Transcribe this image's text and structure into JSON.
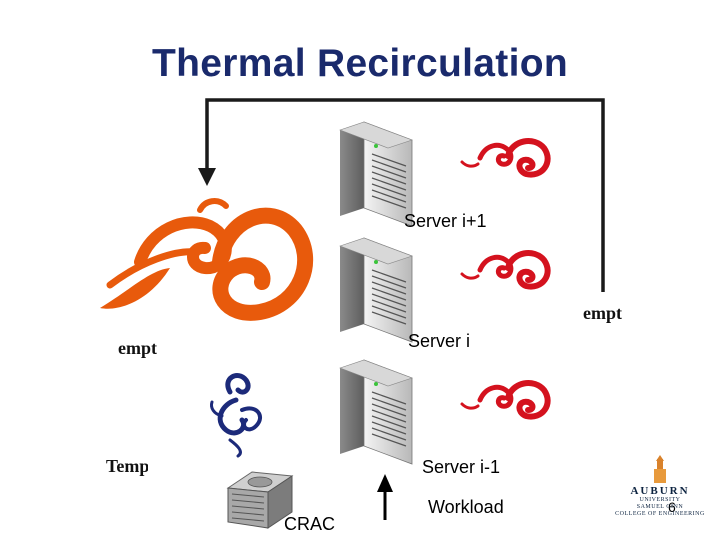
{
  "slide": {
    "title": "Thermal Recirculation",
    "page_number": "6"
  },
  "servers": [
    {
      "label": "Server i+1"
    },
    {
      "label": "Server i"
    },
    {
      "label": "Server i-1"
    }
  ],
  "workload_label": "Workload",
  "crac_label": "CRAC",
  "temp_labels": {
    "left_middle": "empt",
    "right_middle": "empt",
    "left_bottom": "Temp"
  },
  "logo": {
    "name": "AUBURN",
    "line1": "UNIVERSITY",
    "line2": "SAMUEL GINN",
    "line3": "COLLEGE OF ENGINEERING"
  },
  "colors": {
    "title": "#1a2a6c",
    "hot_air": "#e85a0c",
    "warm_air": "#d4121e",
    "cold_air": "#1c2a7a"
  }
}
